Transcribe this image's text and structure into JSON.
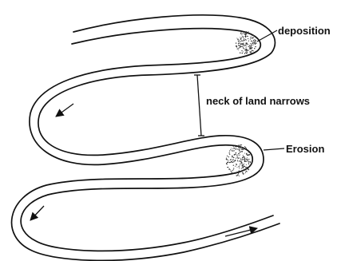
{
  "diagram": {
    "labels": {
      "deposition": "deposition",
      "neck": "neck of land narrows",
      "erosion": "Erosion"
    },
    "colors": {
      "ink": "#111111",
      "background": "#ffffff"
    },
    "flow_arrows": [
      "upper-left-arrow",
      "lower-left-arrow",
      "lower-right-arrow"
    ]
  }
}
